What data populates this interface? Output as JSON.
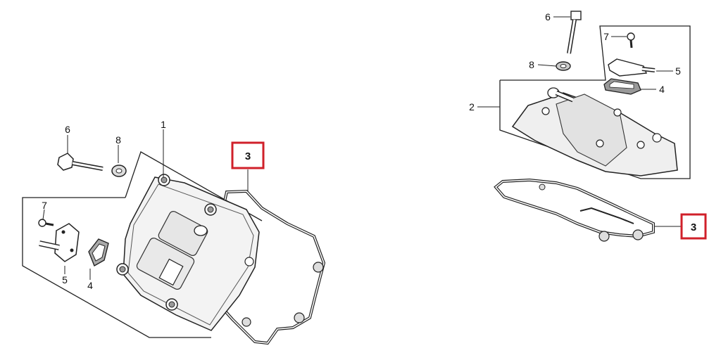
{
  "diagram": {
    "highlight_color": "#d0202a",
    "left_assembly": {
      "callouts": {
        "cover": "1",
        "gasket": "3",
        "seal": "4",
        "breather_plate": "5",
        "bolt": "6",
        "small_bolt": "7",
        "washer": "8"
      }
    },
    "right_assembly": {
      "callouts": {
        "cover": "2",
        "gasket": "3",
        "seal": "4",
        "breather_plate": "5",
        "bolt": "6",
        "small_bolt": "7",
        "washer": "8"
      }
    }
  }
}
